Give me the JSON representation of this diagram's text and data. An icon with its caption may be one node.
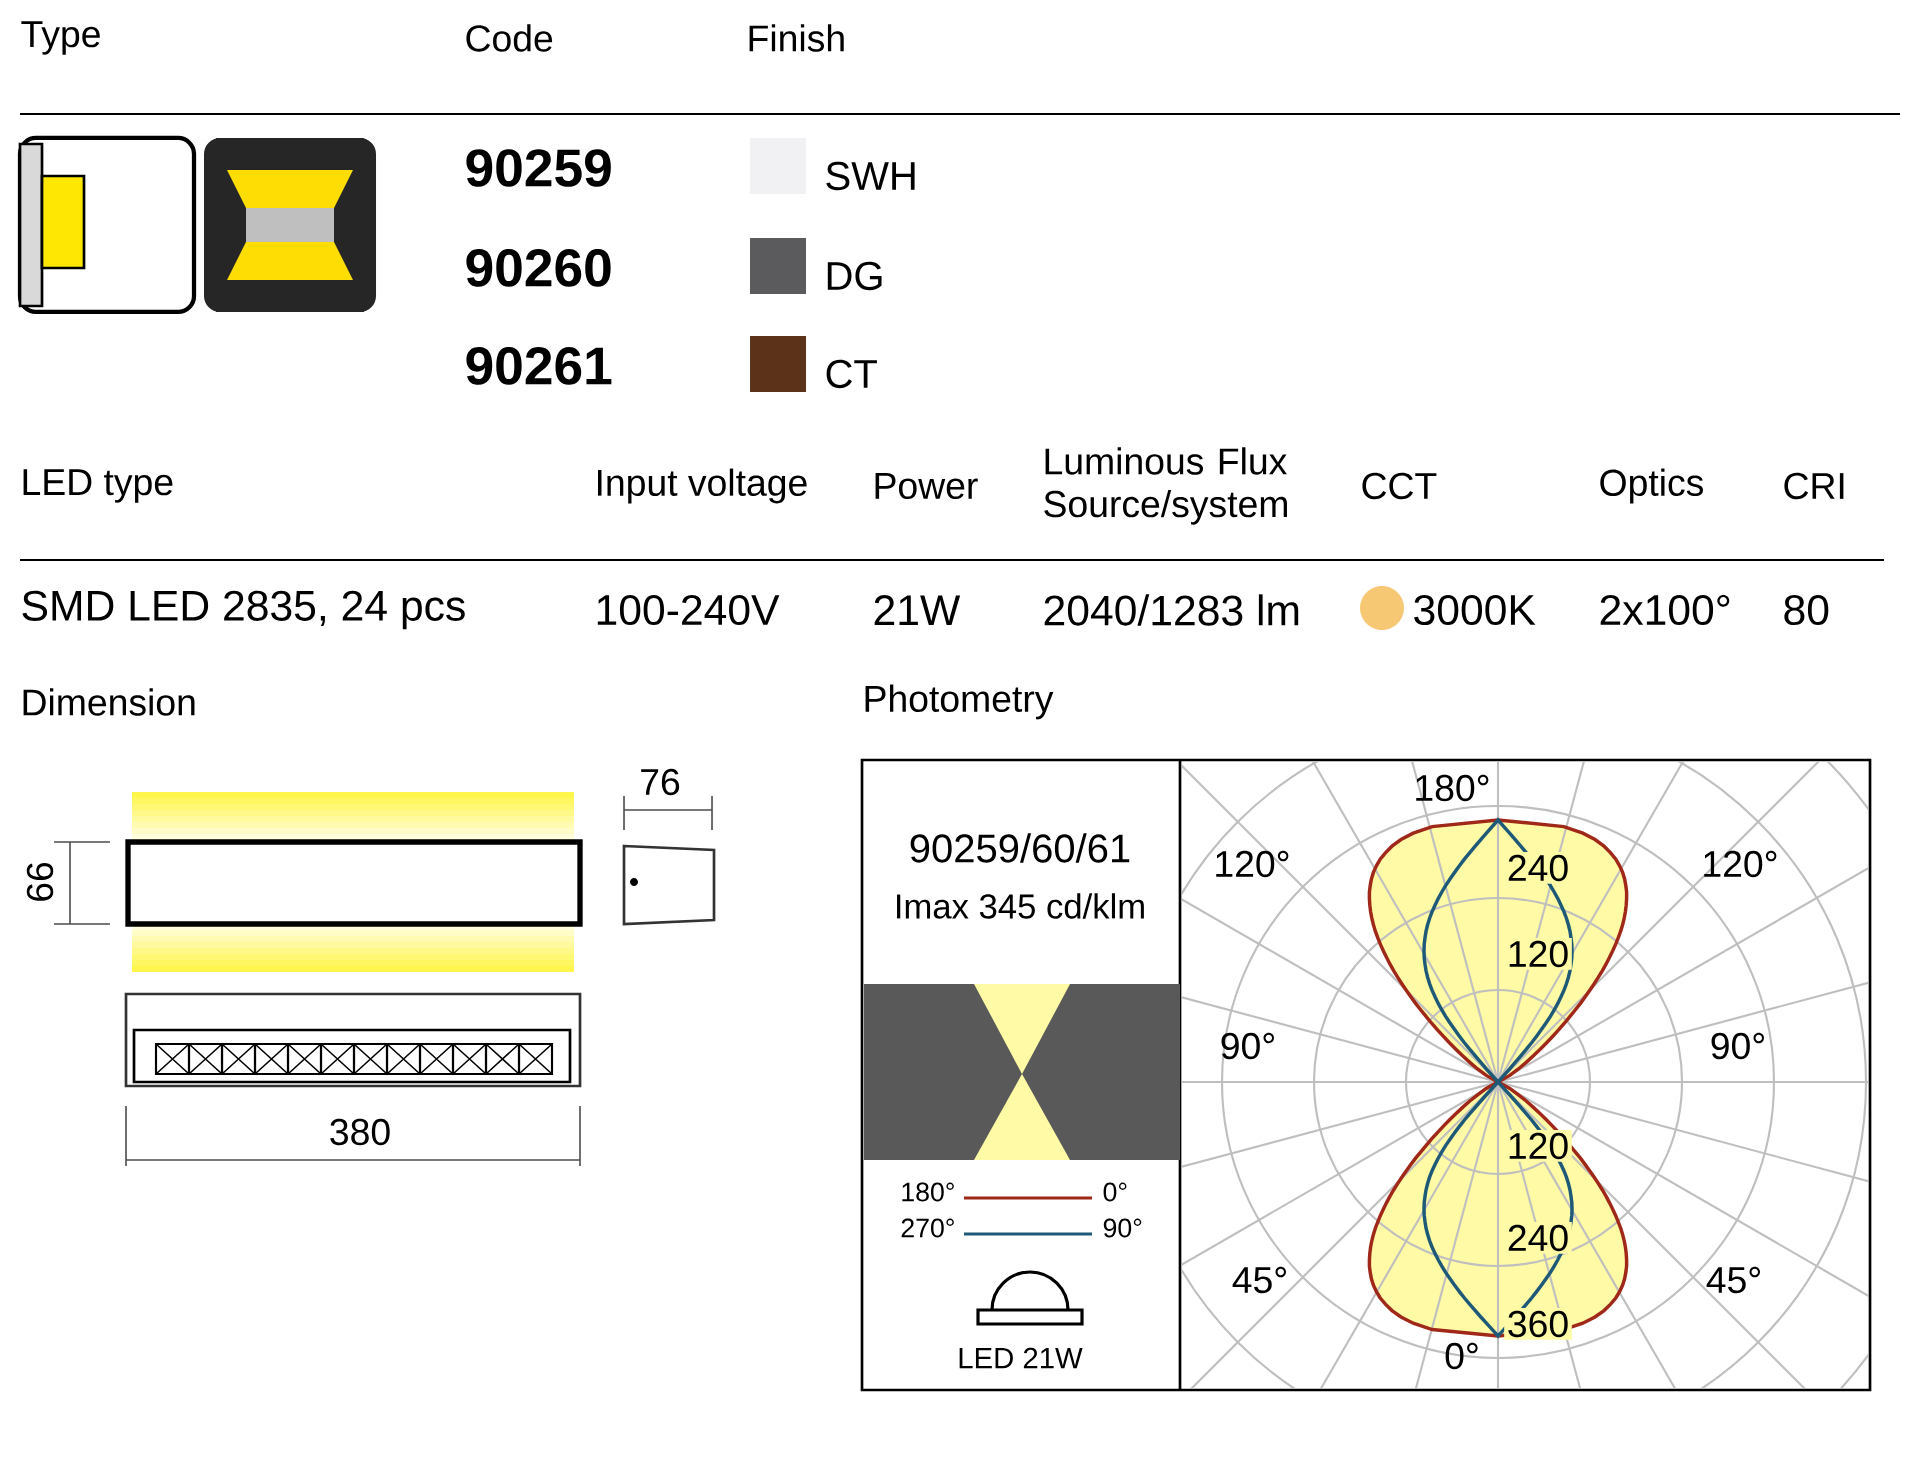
{
  "diagram": {
    "labels": [
      "Type",
      "Code",
      "Finish",
      "90259",
      "90260",
      "90261",
      "LED type",
      "Input voltage",
      "Power",
      "Luminous Flux Source/system",
      "CCT",
      "Optics",
      "CRI",
      "SMD LED 2835, 24 pcs",
      "100-240V",
      "21W",
      "2040/1283 lm",
      "3000K",
      "2x100°",
      "80",
      "Dimension",
      "Photometry",
      "76",
      "66",
      "380",
      "90259/60/61",
      "Imax 345 cd/klm",
      "180°",
      "0°",
      "270°",
      "90°",
      "LED 21W",
      "180°",
      "120°",
      "120°",
      "90°",
      "90°",
      "45°",
      "45°",
      "0°",
      "240",
      "120",
      "120",
      "240",
      "360"
    ],
    "legend": [
      {
        "text": "SWH",
        "color": "#f1f1f4"
      },
      {
        "text": "DG",
        "color": "#5b5b5e"
      },
      {
        "text": "CT",
        "color": "#5c3219"
      }
    ]
  }
}
